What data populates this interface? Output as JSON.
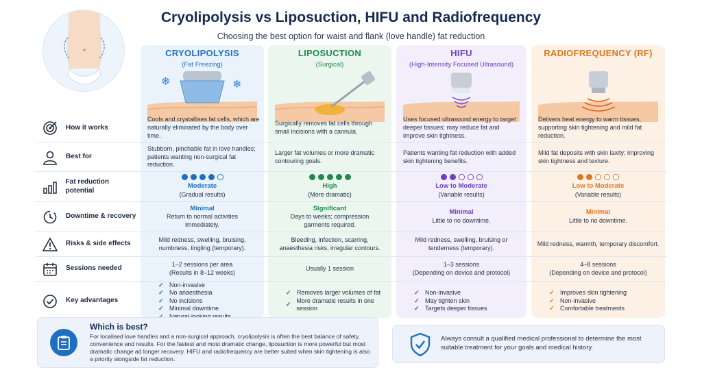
{
  "title": "Cryolipolysis vs Liposuction, HIFU and Radiofrequency",
  "subtitle": "Choosing the best option for waist and flank (love handle) fat reduction",
  "columns": [
    {
      "name": "CRYOLIPOLYSIS",
      "sub": "(Fat Freezing)",
      "color": "#1f6fc1",
      "bg": "#eaf2fb"
    },
    {
      "name": "LIPOSUCTION",
      "sub": "(Surgical)",
      "color": "#1f8a4c",
      "bg": "#eaf6ee"
    },
    {
      "name": "HIFU",
      "sub": "(High-Intensity Focused Ultrasound)",
      "color": "#6a3fc0",
      "bg": "#f2eefb"
    },
    {
      "name": "RADIOFREQUENCY (RF)",
      "sub": "",
      "color": "#e0761f",
      "bg": "#fdf1e6"
    }
  ],
  "rows": {
    "how": {
      "label": "How it works",
      "cells": [
        "Cools and crystallises fat cells, which are naturally eliminated by the body over time.",
        "Surgically removes fat cells through small incisions with a cannula.",
        "Uses focused ultrasound energy to target deeper tissues; may reduce fat and improve skin tightness.",
        "Delivers heat energy to warm tissues, supporting skin tightening and mild fat reduction."
      ]
    },
    "best": {
      "label": "Best for",
      "cells": [
        "Stubborn, pinchable fat in love handles; patients wanting non-surgical fat reduction.",
        "Larger fat volumes or more dramatic contouring goals.",
        "Patients wanting fat reduction with added skin tightening benefits.",
        "Mild fat deposits with skin laxity; improving skin tightness and texture."
      ]
    },
    "fat": {
      "label": "Fat reduction potential",
      "cells": [
        {
          "level": "Moderate",
          "note": "(Gradual results)",
          "dots": 4
        },
        {
          "level": "High",
          "note": "(More dramatic)",
          "dots": 5
        },
        {
          "level": "Low to Moderate",
          "note": "(Variable results)",
          "dots": 2
        },
        {
          "level": "Low to Moderate",
          "note": "(Variable results)",
          "dots": 2
        }
      ]
    },
    "downtime": {
      "label": "Downtime & recovery",
      "cells": [
        {
          "kw": "Minimal",
          "text": "Return to normal activities immediately."
        },
        {
          "kw": "Significant",
          "text": "Days to weeks; compression garments required."
        },
        {
          "kw": "Minimal",
          "text": "Little to no downtime."
        },
        {
          "kw": "Minimal",
          "text": "Little to no downtime."
        }
      ]
    },
    "risks": {
      "label": "Risks & side effects",
      "cells": [
        "Mild redness, swelling, bruising, numbness, tingling (temporary).",
        "Bleeding, infection, scarring, anaesthesia risks, irregular contours.",
        "Mild redness, swelling, bruising or tenderness (temporary).",
        "Mild redness, warmth, temporary discomfort."
      ]
    },
    "sessions": {
      "label": "Sessions needed",
      "cells": [
        {
          "main": "1–2 sessions per area",
          "note": "(Results in 8–12 weeks)"
        },
        {
          "main": "Usually 1 session",
          "note": ""
        },
        {
          "main": "1–3 sessions",
          "note": "(Depending on device and protocol)"
        },
        {
          "main": "4–8 sessions",
          "note": "(Depending on device and protocol)"
        }
      ]
    },
    "adv": {
      "label": "Key advantages",
      "cells": [
        [
          "Non-invasive",
          "No anaesthesia",
          "No incisions",
          "Minimal downtime",
          "Natural-looking results"
        ],
        [
          "Removes larger volumes of fat",
          "More dramatic results in one session"
        ],
        [
          "Non-invasive",
          "May tighten skin",
          "Targets deeper tissues"
        ],
        [
          "Improves skin tightening",
          "Non-invasive",
          "Comfortable treatments"
        ]
      ]
    }
  },
  "which": {
    "title": "Which is best?",
    "text": "For localised love handles and a non-surgical approach, cryolipolysis is often the best balance of safety, convenience and results. For the fastest and most dramatic change, liposuction is more powerful but most dramatic change ad longer recovery. HIFU and radiofrequency are better suited when skin tightening is also a priority alongside fat reduction."
  },
  "consult": "Always consult a qualified medical professional to determine the most suitable treatment for your goals and medical history.",
  "icons": {
    "how": "target-icon",
    "best": "person-icon",
    "fat": "bar-chart-icon",
    "downtime": "clock-icon",
    "risks": "warning-icon",
    "sessions": "calendar-icon",
    "adv": "check-circle-icon",
    "which": "clipboard-icon",
    "consult": "shield-check-icon"
  }
}
